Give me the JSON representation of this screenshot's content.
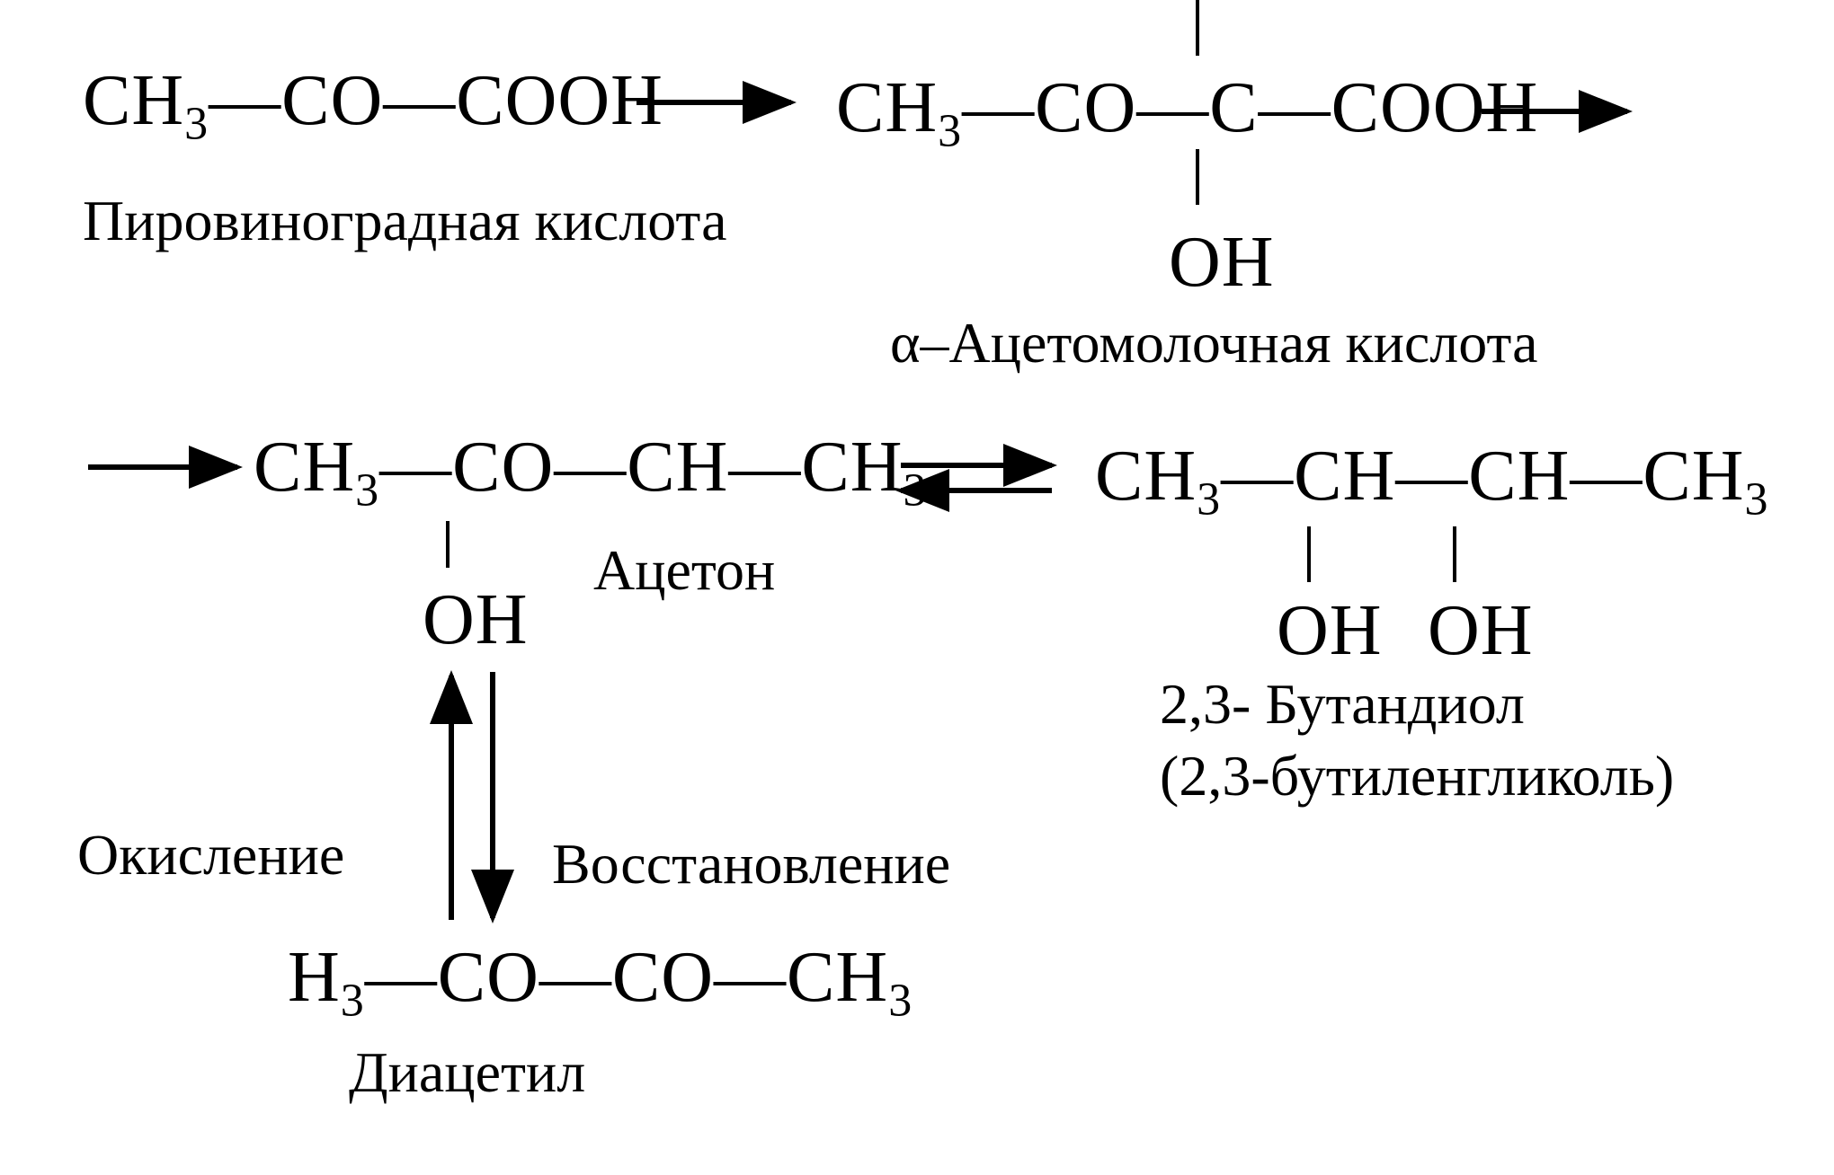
{
  "colors": {
    "ink": "#000000",
    "background": "#ffffff"
  },
  "pyruvic": {
    "parts": [
      "CH",
      "3",
      "—CO—COOH"
    ],
    "name": "Пировиноградная кислота"
  },
  "acetolactic": {
    "parts": [
      "CH",
      "3",
      "—CO—C—COOH"
    ],
    "oh": "OH",
    "name": "α–Ацетомолочная кислота"
  },
  "acetoin": {
    "parts": [
      "CH",
      "3",
      "—CO—CH—CH",
      "3"
    ],
    "oh": "OH",
    "name": "Ацетон"
  },
  "butanediol": {
    "parts": [
      "CH",
      "3",
      "—CH—CH—CH",
      "3"
    ],
    "oh_left": "OH",
    "oh_right": "OH",
    "name": "2,3- Бутандиол",
    "alt_name": "(2,3-бутиленгликоль)"
  },
  "diacetyl": {
    "parts": [
      "H",
      "3",
      "—CO—CO—CH",
      "3"
    ],
    "name": "Диацетил"
  },
  "process": {
    "oxidation": "Окисление",
    "reduction": "Восстановление"
  }
}
